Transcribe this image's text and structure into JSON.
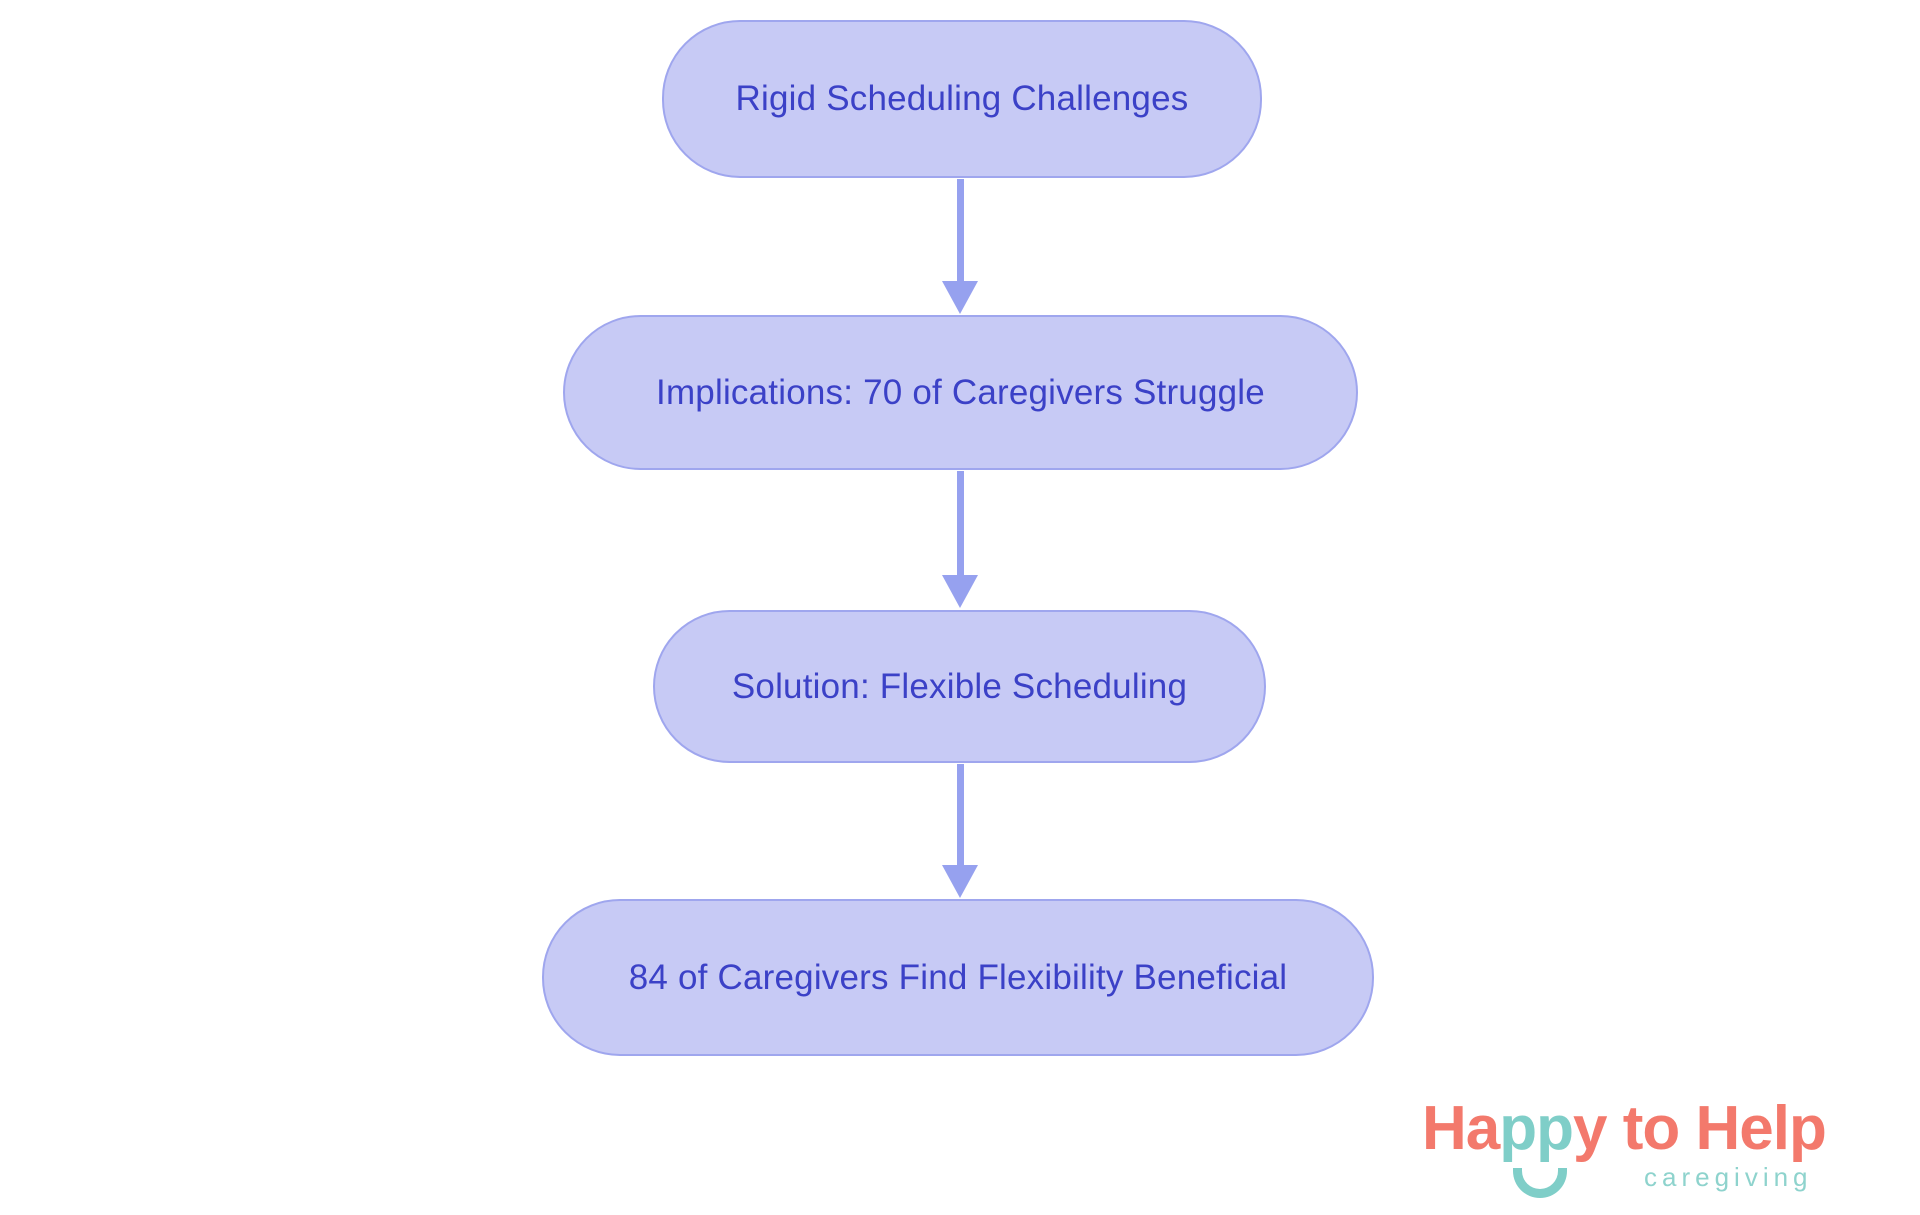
{
  "flowchart": {
    "type": "flowchart",
    "direction": "top-down",
    "nodes": [
      {
        "id": "rigid-scheduling-challenges",
        "label": "Rigid Scheduling Challenges"
      },
      {
        "id": "implications-caregivers-struggle",
        "label": "Implications: 70 of Caregivers Struggle"
      },
      {
        "id": "solution-flexible-scheduling",
        "label": "Solution: Flexible Scheduling"
      },
      {
        "id": "caregivers-find-flexibility-beneficial",
        "label": "84 of Caregivers Find Flexibility Beneficial"
      }
    ],
    "connections": [
      {
        "from": "rigid-scheduling-challenges",
        "to": "implications-caregivers-struggle"
      },
      {
        "from": "implications-caregivers-struggle",
        "to": "solution-flexible-scheduling"
      },
      {
        "from": "solution-flexible-scheduling",
        "to": "caregivers-find-flexibility-beneficial"
      }
    ]
  },
  "logo": {
    "wordmark_part1": "Ha",
    "wordmark_part2": "pp",
    "wordmark_part3": "y to Help",
    "subtitle": "caregiving",
    "smile_icon": "smile-arc"
  },
  "colors": {
    "node_fill": "#C7CAF5",
    "node_border": "#9FA6EE",
    "node_text": "#3B41C7",
    "arrow": "#96A1EF",
    "logo_coral": "#F3796C",
    "logo_teal": "#7FCEC8",
    "logo_teal_light": "#8ED3CD",
    "background": "#FFFFFF"
  }
}
